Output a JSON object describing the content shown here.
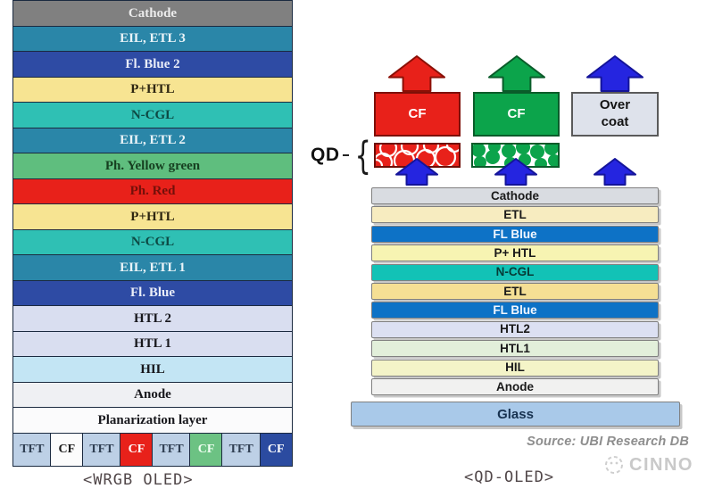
{
  "left_diagram": {
    "caption": "<WRGB OLED>",
    "layers": [
      {
        "label": "Cathode",
        "bg": "#808080",
        "fg": "#ECECEC"
      },
      {
        "label": "EIL, ETL 3",
        "bg": "#2A86A8",
        "fg": "#EAF4F8"
      },
      {
        "label": "Fl. Blue 2",
        "bg": "#2E4BA4",
        "fg": "#E9EDF8"
      },
      {
        "label": "P+HTL",
        "bg": "#F7E492",
        "fg": "#2E2611"
      },
      {
        "label": "N-CGL",
        "bg": "#2FC0B4",
        "fg": "#0D4A44"
      },
      {
        "label": "EIL, ETL 2",
        "bg": "#2A86A8",
        "fg": "#EAF4F8"
      },
      {
        "label": "Ph. Yellow green",
        "bg": "#5FBE7E",
        "fg": "#163F20"
      },
      {
        "label": "Ph. Red",
        "bg": "#E8211A",
        "fg": "#73100A"
      },
      {
        "label": "P+HTL",
        "bg": "#F7E492",
        "fg": "#2E2611"
      },
      {
        "label": "N-CGL",
        "bg": "#2FC0B4",
        "fg": "#0D4A44"
      },
      {
        "label": "EIL, ETL 1",
        "bg": "#2A86A8",
        "fg": "#EAF4F8"
      },
      {
        "label": "Fl. Blue",
        "bg": "#2E4BA4",
        "fg": "#E9EDF8"
      },
      {
        "label": "HTL 2",
        "bg": "#D9DEF0",
        "fg": "#17171C"
      },
      {
        "label": "HTL 1",
        "bg": "#D9DEF0",
        "fg": "#17171C"
      },
      {
        "label": "HIL",
        "bg": "#C3E5F4",
        "fg": "#17171C"
      },
      {
        "label": "Anode",
        "bg": "#EFF0F3",
        "fg": "#17171C"
      },
      {
        "label": "Planarization layer",
        "bg": "#FBFBFC",
        "fg": "#17171C"
      }
    ],
    "substrate_row": [
      {
        "label": "TFT",
        "bg": "#BDD0E6",
        "fg": "#2F3E52"
      },
      {
        "label": "CF",
        "bg": "#FCFCFC",
        "fg": "#1A1A1A"
      },
      {
        "label": "TFT",
        "bg": "#BDD0E6",
        "fg": "#2F3E52"
      },
      {
        "label": "CF",
        "bg": "#E8211A",
        "fg": "#FFFFFF"
      },
      {
        "label": "TFT",
        "bg": "#BDD0E6",
        "fg": "#2F3E52"
      },
      {
        "label": "CF",
        "bg": "#6CC283",
        "fg": "#F0FFF2"
      },
      {
        "label": "TFT",
        "bg": "#BDD0E6",
        "fg": "#2F3E52"
      },
      {
        "label": "CF",
        "bg": "#2B4BA0",
        "fg": "#FFFFFF"
      }
    ]
  },
  "right_diagram": {
    "caption": "<QD-OLED>",
    "qd_label": "QD",
    "top_arrows": [
      {
        "name": "red-emission-arrow",
        "color": "#E8211A",
        "stroke": "#8B1006"
      },
      {
        "name": "green-emission-arrow",
        "color": "#0CA44B",
        "stroke": "#0A5C2A"
      },
      {
        "name": "blue-emission-arrow",
        "color": "#2525E0",
        "stroke": "#14149A"
      }
    ],
    "cf_boxes": [
      {
        "name": "red-color-filter",
        "label": "CF",
        "bg": "#E8211A",
        "fg": "#FFFFFF",
        "border": "#7E1008"
      },
      {
        "name": "green-color-filter",
        "label": "CF",
        "bg": "#0CA44B",
        "fg": "#FFFFFF",
        "border": "#0A5C2A"
      },
      {
        "name": "over-coat",
        "label": "Over\ncoat",
        "bg": "#DEE2EB",
        "fg": "#141414",
        "border": "#5A5A5A"
      }
    ],
    "qd_layers": [
      {
        "name": "red-qd-layer",
        "bg": "#E8211A",
        "pattern": "#FFFFFF",
        "border": "#6E0E06"
      },
      {
        "name": "green-qd-layer",
        "bg": "#FFFFFF",
        "pattern": "#0CA44B",
        "border": "#0A5C2A"
      }
    ],
    "mid_arrows": {
      "color": "#2525E0",
      "stroke": "#14149A"
    },
    "layers": [
      {
        "label": "Cathode",
        "bg": "#D9DCE1",
        "fg": "#1A1A1A"
      },
      {
        "label": "ETL",
        "bg": "#F7ECC0",
        "fg": "#1A1A1A"
      },
      {
        "label": "FL Blue",
        "bg": "#0D72C6",
        "fg": "#F2F7FF"
      },
      {
        "label": "P+ HTL",
        "bg": "#F7F4B2",
        "fg": "#1A1A1A"
      },
      {
        "label": "N-CGL",
        "bg": "#12C2B6",
        "fg": "#073B36"
      },
      {
        "label": "ETL",
        "bg": "#F5DF94",
        "fg": "#1A1A1A"
      },
      {
        "label": "FL Blue",
        "bg": "#0D72C6",
        "fg": "#F2F7FF"
      },
      {
        "label": "HTL2",
        "bg": "#DCE0F2",
        "fg": "#1A1A1A"
      },
      {
        "label": "HTL1",
        "bg": "#E2EFDA",
        "fg": "#1A1A1A"
      },
      {
        "label": "HIL",
        "bg": "#F4F4C8",
        "fg": "#1A1A1A"
      },
      {
        "label": "Anode",
        "bg": "#F1F1F0",
        "fg": "#1A1A1A"
      }
    ],
    "glass": {
      "label": "Glass",
      "bg": "#A9C9E9",
      "fg": "#173250"
    },
    "source": "Source: UBI Research DB",
    "logo_text": "CINNO",
    "logo_color": "#C9C9C9"
  }
}
